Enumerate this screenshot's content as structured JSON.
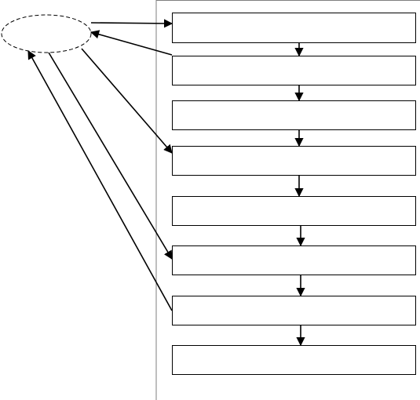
{
  "diagram": {
    "hub": {
      "label": "",
      "border_style": "dashed"
    },
    "steps": [
      {
        "label": ""
      },
      {
        "label": ""
      },
      {
        "label": ""
      },
      {
        "label": ""
      },
      {
        "label": ""
      },
      {
        "label": ""
      },
      {
        "label": ""
      },
      {
        "label": ""
      }
    ],
    "links": [
      {
        "from": "hub",
        "to_step": 1,
        "direction": "hub-to-step"
      },
      {
        "from": "step",
        "to_step": 2,
        "direction": "step-to-hub"
      },
      {
        "from": "hub",
        "to_step": 4,
        "direction": "hub-to-step"
      },
      {
        "from": "hub",
        "to_step": 6,
        "direction": "hub-to-step"
      },
      {
        "from": "step",
        "to_step": 7,
        "direction": "step-to-hub"
      }
    ],
    "colors": {
      "box_stroke": "#000000",
      "frame": "#7f7f7f",
      "background": "#ffffff"
    }
  }
}
